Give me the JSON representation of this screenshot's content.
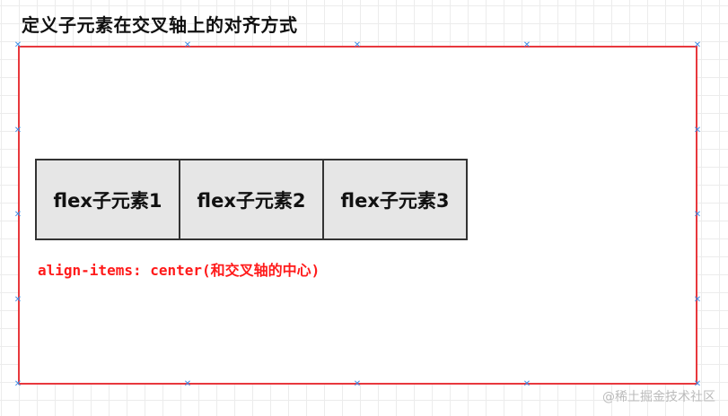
{
  "title": "定义子元素在交叉轴上的对齐方式",
  "flex_items": [
    {
      "label": "flex子元素1"
    },
    {
      "label": "flex子元素2"
    },
    {
      "label": "flex子元素3"
    }
  ],
  "note": "align-items: center(和交叉轴的中心)",
  "watermark": "@稀土掘金技术社区",
  "colors": {
    "container_border": "#e8383d",
    "note_text": "#ff1a1a",
    "item_fill": "#e6e6e6",
    "handle": "#3d8ee8"
  },
  "icons": {
    "selection_handle": "x-mark-icon"
  }
}
